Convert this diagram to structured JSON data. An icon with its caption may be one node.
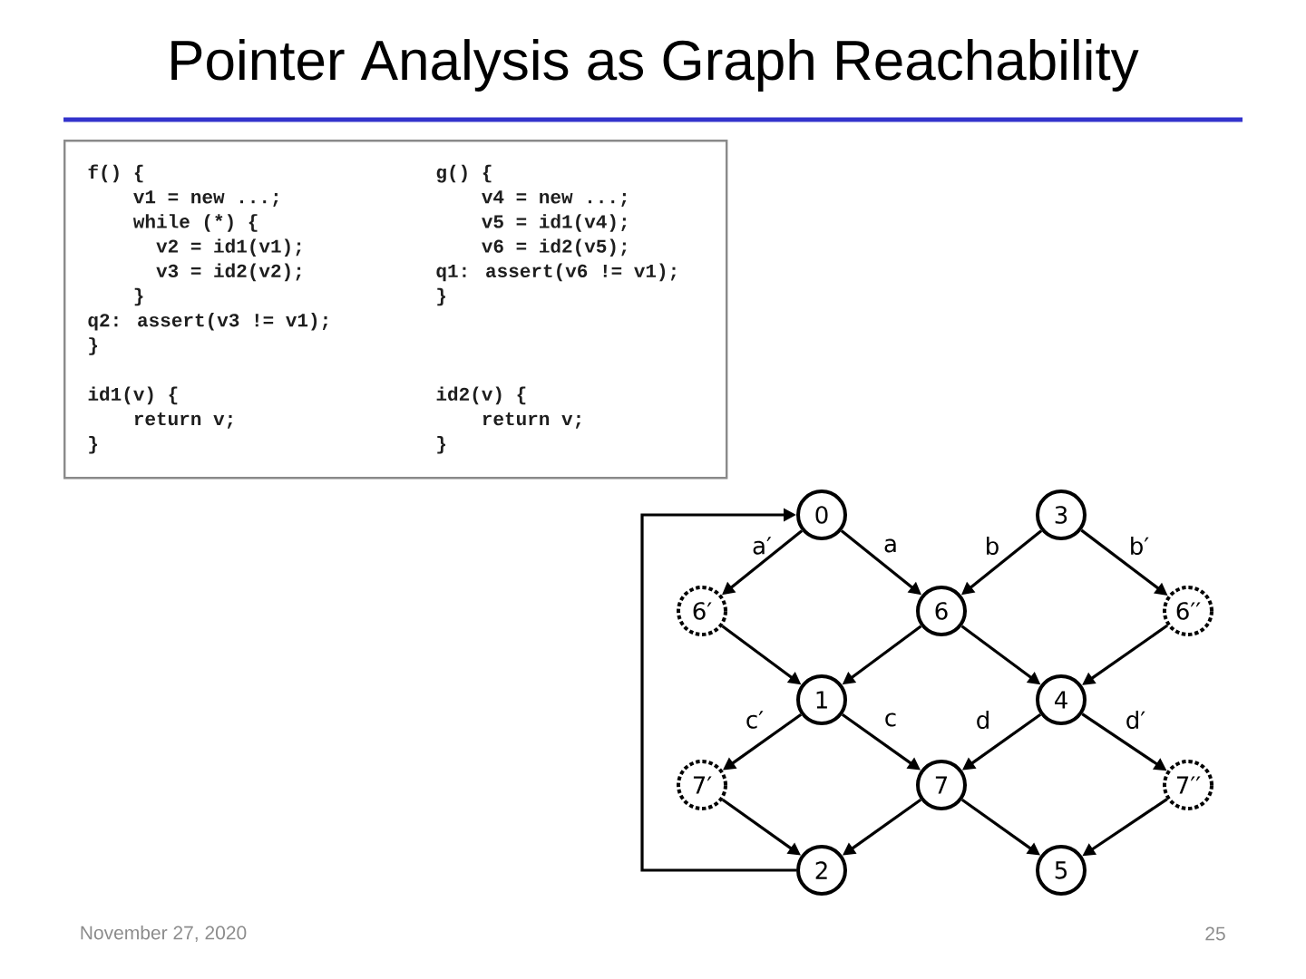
{
  "diagram": {
    "title": "Pointer Analysis as Graph Reachability",
    "nodes": [
      {
        "text": [
          "f() {",
          "v1 = new ...;",
          "while (*) {",
          "v2 = id1(v1);",
          "v3 = id2(v2);",
          "}",
          "q2: assert(v3 != v1);",
          "}",
          "g() {",
          "v4 = new ...;",
          "v5 = id1(v4);",
          "v6 = id2(v5);",
          "q1: assert(v6 != v1);",
          "}",
          "id1(v) {",
          "return v;",
          "}",
          "id2(v) {",
          "return v;",
          "}"
        ]
      },
      {
        "text": [
          "0"
        ]
      },
      {
        "text": [
          "3"
        ]
      },
      {
        "text": [
          "6′"
        ]
      },
      {
        "text": [
          "6"
        ]
      },
      {
        "text": [
          "6′′"
        ]
      },
      {
        "text": [
          "1"
        ]
      },
      {
        "text": [
          "4"
        ]
      },
      {
        "text": [
          "7′"
        ]
      },
      {
        "text": [
          "7"
        ]
      },
      {
        "text": [
          "7′′"
        ]
      },
      {
        "text": [
          "2"
        ]
      },
      {
        "text": [
          "5"
        ]
      }
    ],
    "edges": [
      {
        "from": 1,
        "to": 3,
        "arrow": "to",
        "label": "a′"
      },
      {
        "from": 1,
        "to": 4,
        "arrow": "to",
        "label": "a"
      },
      {
        "from": 2,
        "to": 4,
        "arrow": "to",
        "label": "b"
      },
      {
        "from": 2,
        "to": 5,
        "arrow": "to",
        "label": "b′"
      },
      {
        "from": 3,
        "to": 6,
        "arrow": "to"
      },
      {
        "from": 4,
        "to": 6,
        "arrow": "to"
      },
      {
        "from": 4,
        "to": 7,
        "arrow": "to"
      },
      {
        "from": 5,
        "to": 7,
        "arrow": "to"
      },
      {
        "from": 6,
        "to": 8,
        "arrow": "to",
        "label": "c′"
      },
      {
        "from": 6,
        "to": 9,
        "arrow": "to",
        "label": "c"
      },
      {
        "from": 7,
        "to": 9,
        "arrow": "to",
        "label": "d"
      },
      {
        "from": 7,
        "to": 10,
        "arrow": "to",
        "label": "d′"
      },
      {
        "from": 8,
        "to": 11,
        "arrow": "to"
      },
      {
        "from": 9,
        "to": 11,
        "arrow": "to"
      },
      {
        "from": 9,
        "to": 12,
        "arrow": "to"
      },
      {
        "from": 10,
        "to": 12,
        "arrow": "to"
      },
      {
        "from": 11,
        "to": 1,
        "arrow": "to"
      }
    ],
    "labels": [
      "November 27, 2020",
      "25"
    ]
  }
}
